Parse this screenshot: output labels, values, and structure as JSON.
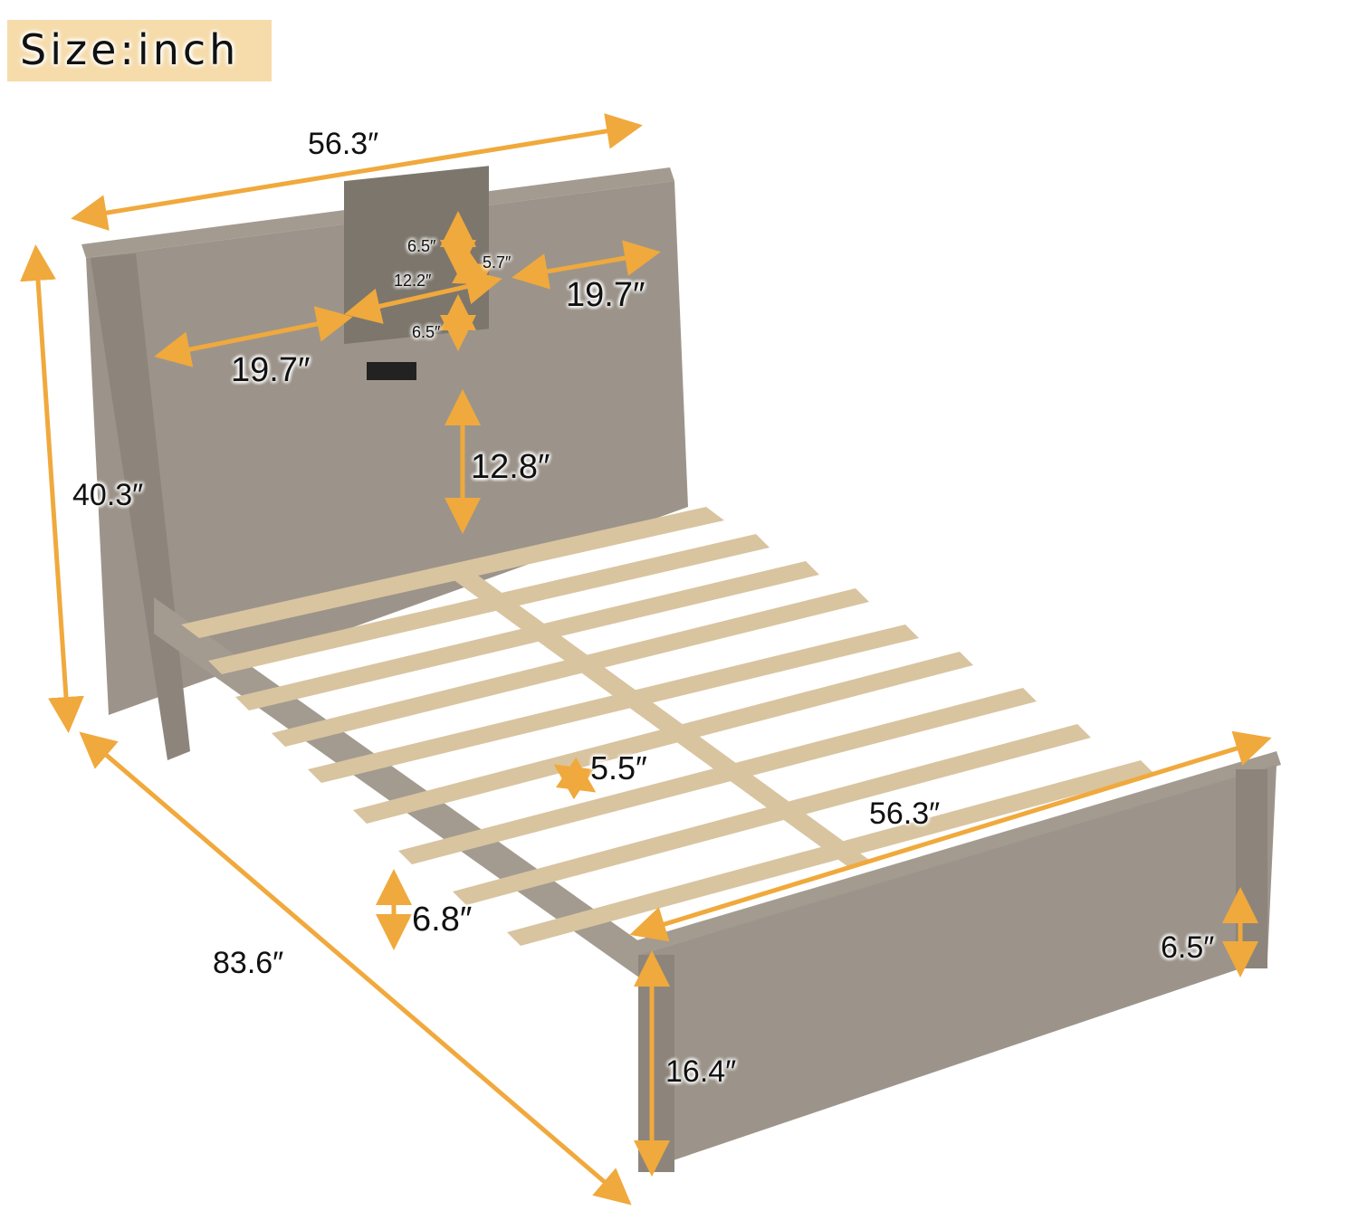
{
  "badge": {
    "text": "Size:inch"
  },
  "colors": {
    "arrow": "#f0a93c",
    "wood_gray": "#9c948a",
    "slat": "#d9c4a0",
    "badge_bg": "#f6dcaa"
  },
  "dimensions": {
    "headboard_width": "56.3″",
    "total_height": "40.3″",
    "total_length": "83.6″",
    "shelf_height_top": "6.5″",
    "shelf_depth": "5.7″",
    "shelf_width": "12.2″",
    "shelf_height_bottom": "6.5″",
    "panel_width_left": "19.7″",
    "panel_width_right": "19.7″",
    "headboard_clearance": "12.8″",
    "slat_gap": "5.5″",
    "footboard_width": "56.3″",
    "side_rail_clearance": "6.8″",
    "footboard_leg_height": "6.5″",
    "footboard_height": "16.4″"
  }
}
